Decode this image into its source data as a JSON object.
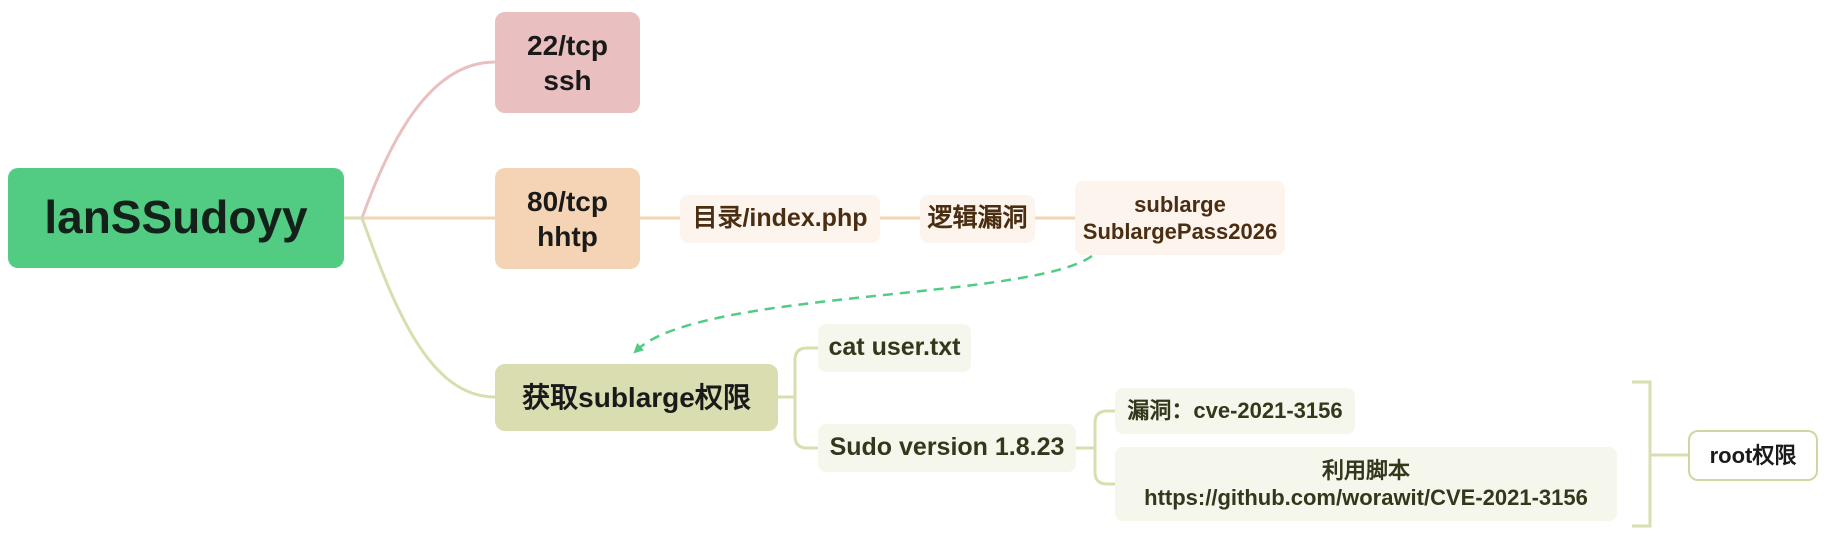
{
  "root": {
    "label": "lanSSudoyy"
  },
  "ports": [
    {
      "lines": [
        "22/tcp",
        "ssh"
      ]
    },
    {
      "lines": [
        "80/tcp",
        "hhtp"
      ]
    }
  ],
  "http_chain": {
    "directory": "目录/index.php",
    "logic": "逻辑漏洞",
    "credentials": [
      "sublarge",
      "SublargePass2026"
    ]
  },
  "privilege": {
    "label": "获取sublarge权限",
    "user_flag": "cat user.txt",
    "sudo": "Sudo version 1.8.23",
    "vuln": "漏洞：cve-2021-3156",
    "exploit": [
      "利用脚本",
      "https://github.com/worawit/CVE-2021-3156"
    ],
    "summary": "root权限"
  },
  "colors": {
    "root": "#52cc83",
    "ssh": "#e9c0bf",
    "http": "#f4d4b4",
    "privilege": "#d9ddaf",
    "dashed_arrow": "#52cc83"
  }
}
